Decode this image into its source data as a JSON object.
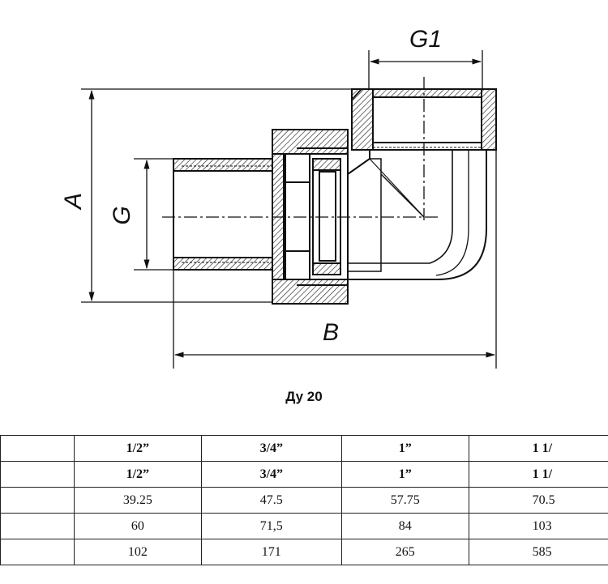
{
  "drawing": {
    "labels": {
      "a": "A",
      "b": "B",
      "g": "G",
      "g1": "G1"
    }
  },
  "caption": "Ду 20",
  "table": {
    "rows": [
      {
        "label": "",
        "values": [
          "1/2”",
          "3/4”",
          "1”",
          "1 1/"
        ],
        "bold": true
      },
      {
        "label": "",
        "values": [
          "1/2”",
          "3/4”",
          "1”",
          "1 1/"
        ],
        "bold": true
      },
      {
        "label": "",
        "values": [
          "39.25",
          "47.5",
          "57.75",
          "70.5"
        ],
        "bold": false
      },
      {
        "label": "",
        "values": [
          "60",
          "71,5",
          "84",
          "103"
        ],
        "bold": false
      },
      {
        "label": "",
        "values": [
          "102",
          "171",
          "265",
          "585"
        ],
        "bold": false
      }
    ]
  }
}
